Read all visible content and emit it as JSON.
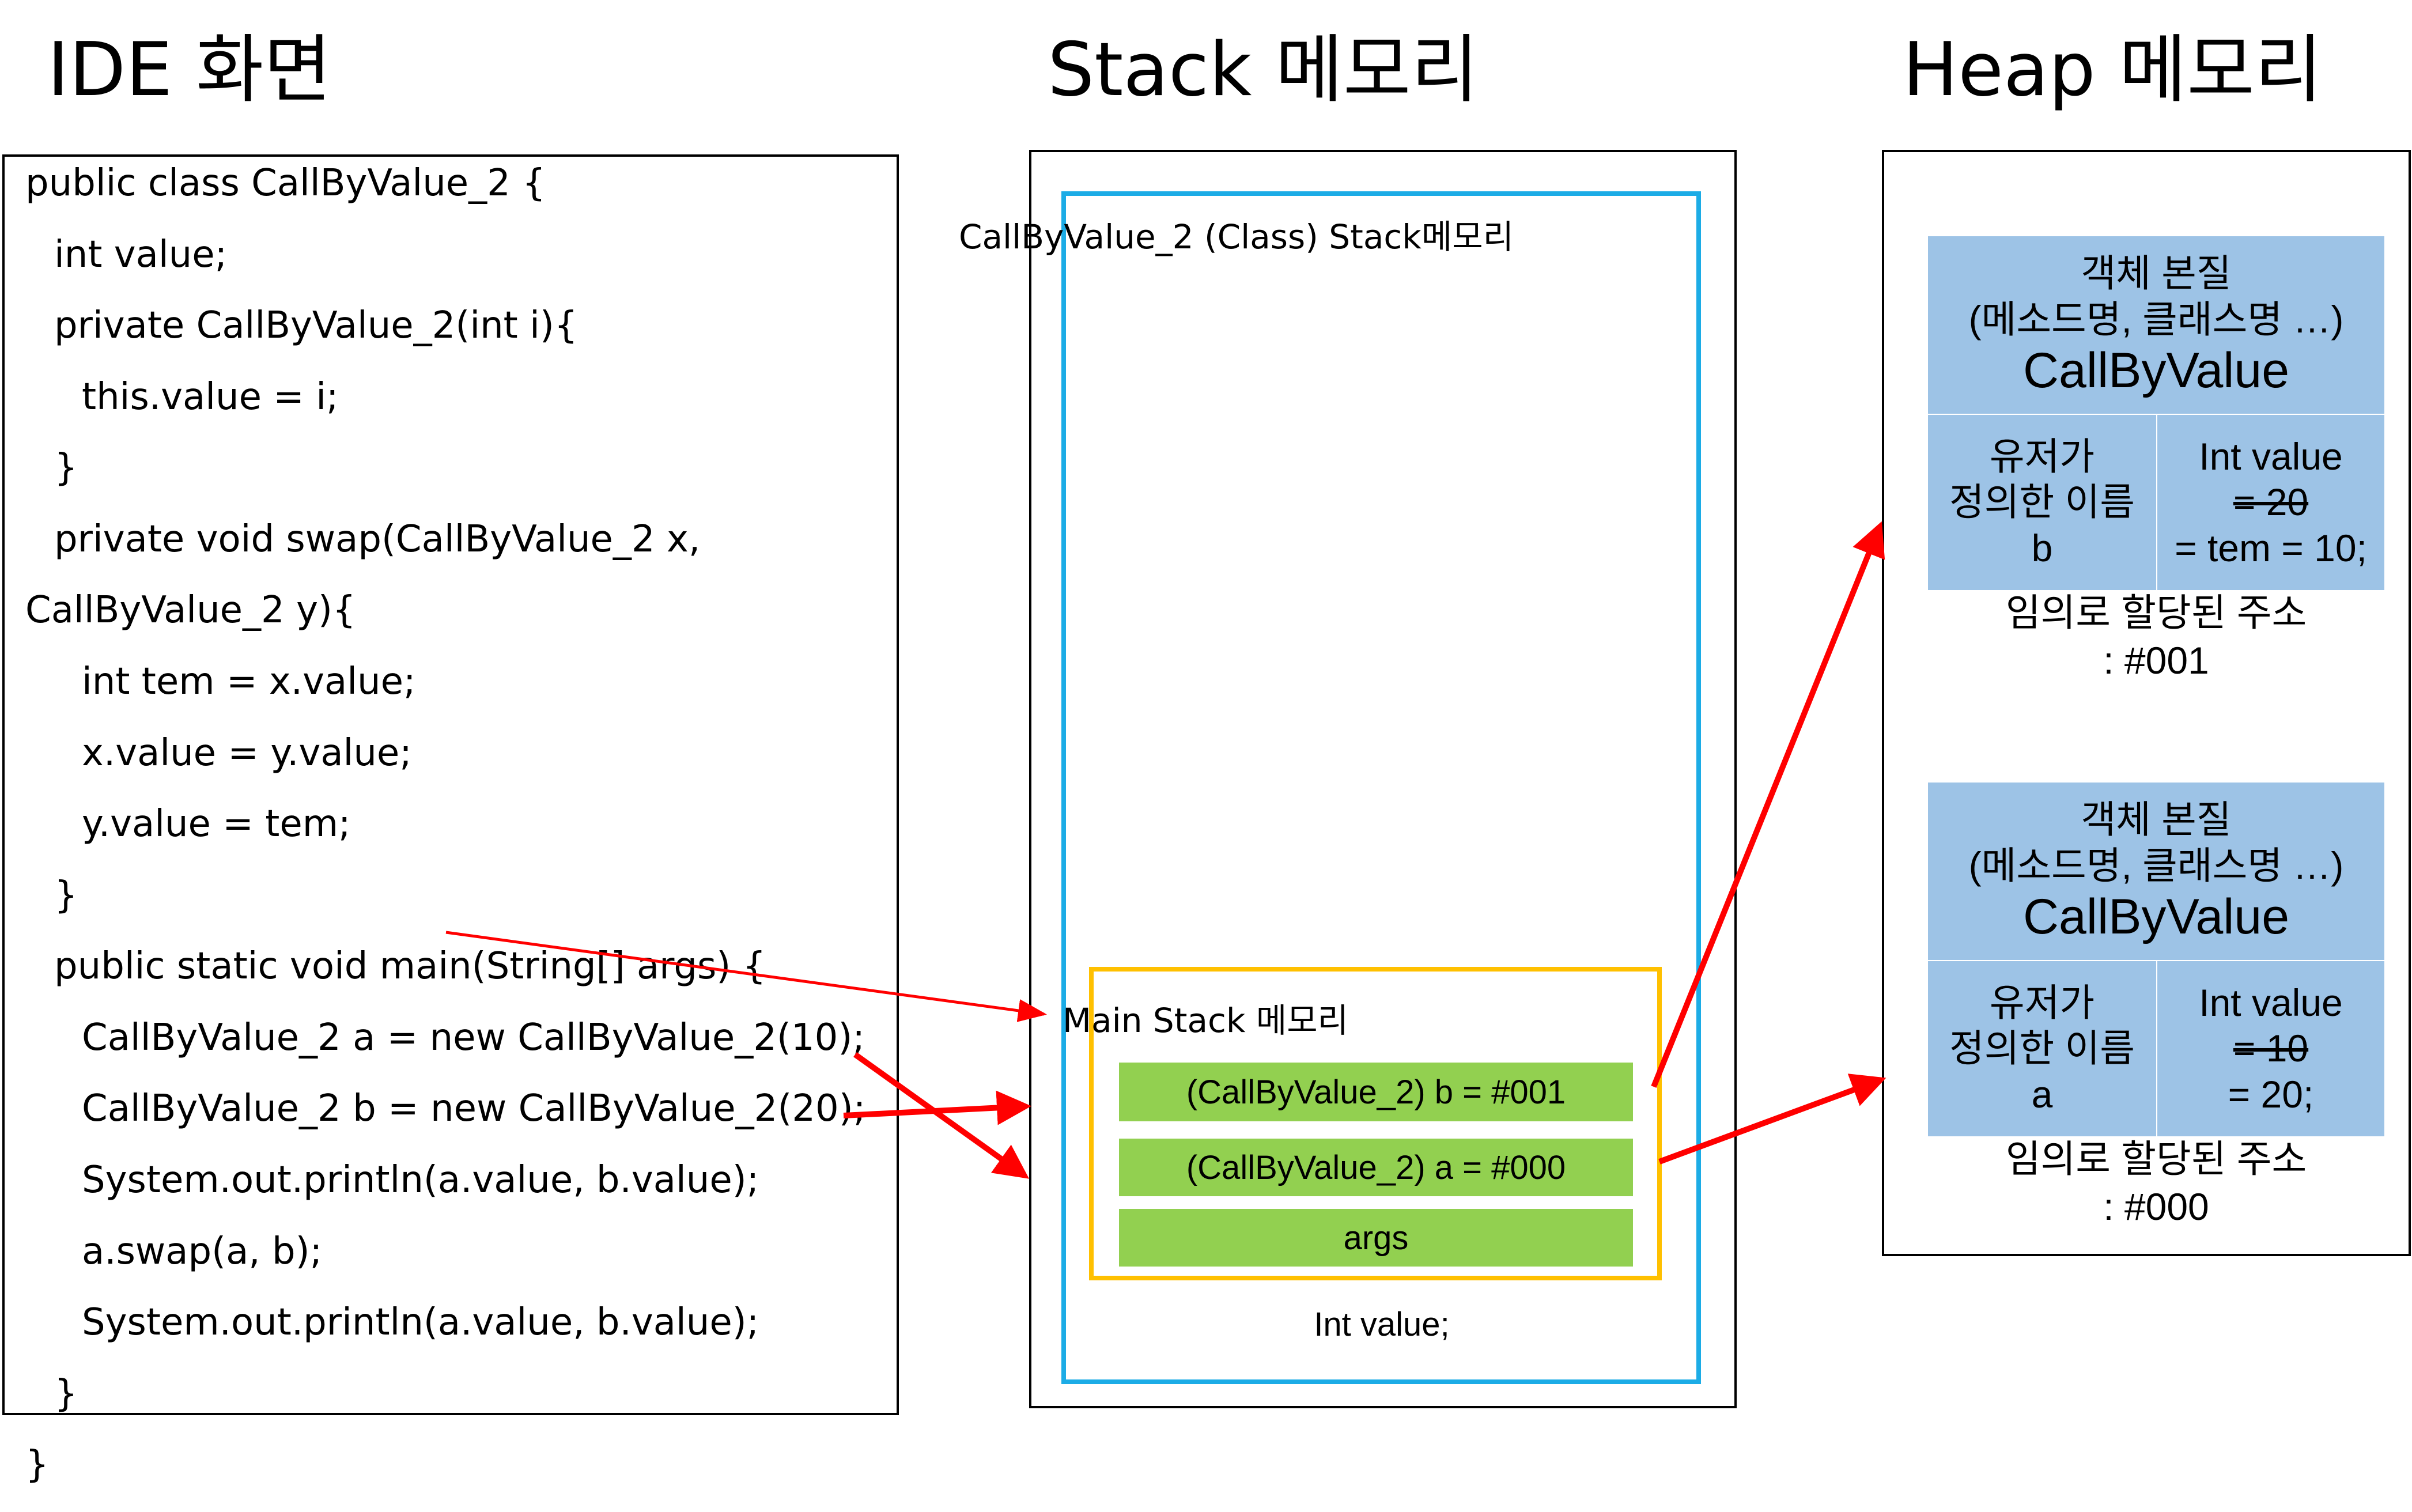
{
  "titles": {
    "ide": "IDE 화면",
    "stack": "Stack 메모리",
    "heap": "Heap 메모리"
  },
  "code": [
    "public class CallByValue_2 {",
    "  int value;",
    "  private CallByValue_2(int i){",
    "    this.value = i;",
    "  }",
    "  private void swap(CallByValue_2 x,",
    "CallByValue_2 y){",
    "    int tem = x.value;",
    "    x.value = y.value;",
    "    y.value = tem;",
    "  }",
    "  public static void main(String[] args) {",
    "    CallByValue_2 a = new CallByValue_2(10);",
    "    CallByValue_2 b = new CallByValue_2(20);",
    "    System.out.println(a.value, b.value);",
    "    a.swap(a, b);",
    "    System.out.println(a.value, b.value);",
    "  }",
    "}"
  ],
  "stack": {
    "class_label": "CallByValue_2 (Class) Stack메모리",
    "main_label": "Main Stack 메모리",
    "frames": [
      "(CallByValue_2) b = #001",
      "(CallByValue_2) a = #000",
      "args"
    ],
    "field_label": "Int value;"
  },
  "heap": [
    {
      "header": [
        "객체 본질",
        "(메소드명, 클래스명 …)"
      ],
      "class_name": "CallByValue",
      "name_lines": [
        "유저가",
        "정의한 이름",
        "b"
      ],
      "value_title": "Int value",
      "value_old": "= 20",
      "value_new": "= tem = 10;",
      "addr_lines": [
        "임의로 할당된 주소",
        ": #001"
      ]
    },
    {
      "header": [
        "객체 본질",
        "(메소드명, 클래스명 …)"
      ],
      "class_name": "CallByValue",
      "name_lines": [
        "유저가",
        "정의한 이름",
        "a"
      ],
      "value_title": "Int value",
      "value_old": "= 10",
      "value_new": "= 20;",
      "addr_lines": [
        "임의로 할당된 주소",
        ": #000"
      ]
    }
  ],
  "colors": {
    "stack_class_border": "#1cace6",
    "main_stack_border": "#ffc000",
    "frame_fill": "#92d050",
    "heap_fill": "#9dc3e6",
    "arrow": "#ff0000"
  }
}
